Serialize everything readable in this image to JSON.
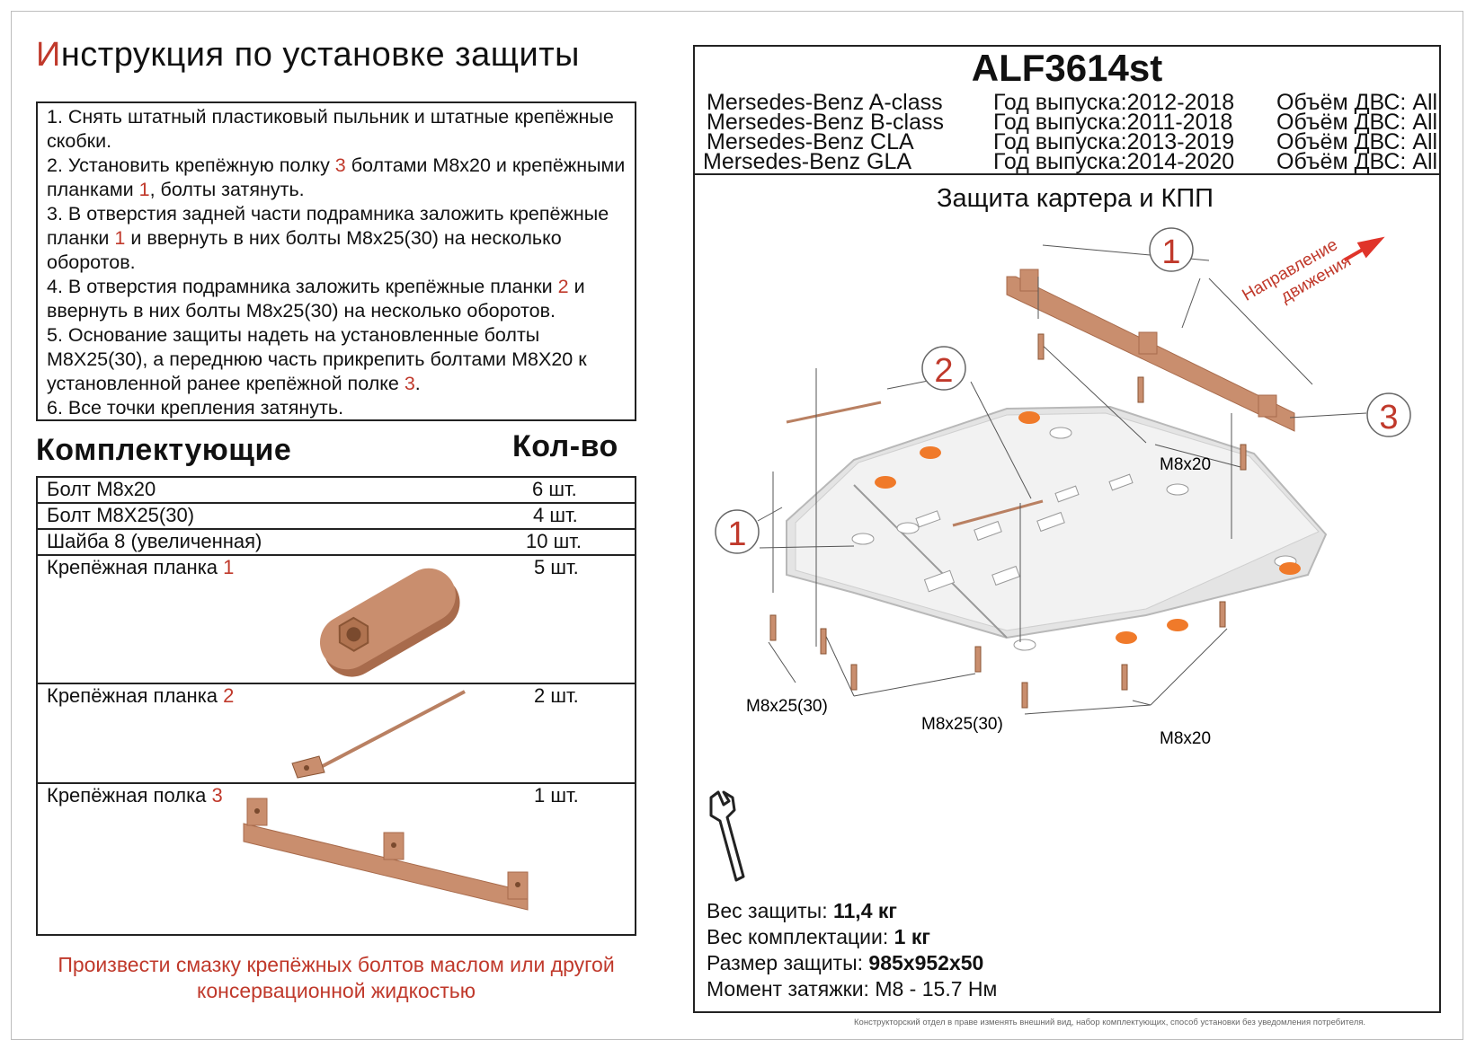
{
  "title": {
    "first_letter": "И",
    "rest": "нструкция по установке защиты"
  },
  "instructions": {
    "step1": {
      "text": "1.   Снять штатный пластиковый пыльник и штатные крепёжные скобки."
    },
    "step2": {
      "a": "2.   Установить крепёжную полку ",
      "n1": "3",
      "b": " болтами М8х20 и крепёжными планками ",
      "n2": "1",
      "c": ", болты затянуть."
    },
    "step3": {
      "a": "3.   В отверстия задней части подрамника заложить крепёжные планки ",
      "n1": "1",
      "b": " и ввернуть в них болты М8х25(30) на несколько оборотов."
    },
    "step4": {
      "a": "4.   В отверстия подрамника заложить крепёжные планки ",
      "n1": "2",
      "b": " и ввернуть в них болты М8х25(30) на несколько оборотов."
    },
    "step5": {
      "a": "5.   Основание защиты надеть на установленные  болты М8Х25(30), а переднюю часть прикрепить болтами М8Х20 к установленной ранее крепёжной полке ",
      "n1": "3",
      "b": "."
    },
    "step6": {
      "text": "6.   Все точки крепления затянуть."
    }
  },
  "parts_heading": "Комплектующие",
  "qty_heading": "Кол-во",
  "parts": [
    {
      "name": "Болт М8х20",
      "qty": "6 шт."
    },
    {
      "name": "Болт М8Х25(30)",
      "qty": "4 шт."
    },
    {
      "name": "Шайба 8 (увеличенная)",
      "qty": "10 шт."
    },
    {
      "name": "Крепёжная планка ",
      "num": "1",
      "qty": "5 шт."
    },
    {
      "name": "Крепёжная планка ",
      "num": "2",
      "qty": "2 шт."
    },
    {
      "name": "Крепёжная полка ",
      "num": "3",
      "qty": "1 шт."
    }
  ],
  "warning": {
    "line1": "Произвести смазку крепёжных болтов маслом или другой",
    "line2": "консервационной жидкостью"
  },
  "product": {
    "code": "ALF3614st",
    "models": [
      {
        "model": "Mersedes-Benz A-class",
        "year": "Год выпуска:2012-2018",
        "engine": "Объём ДВС: All"
      },
      {
        "model": "Mersedes-Benz B-class",
        "year": "Год выпуска:2011-2018",
        "engine": "Объём ДВС: All"
      },
      {
        "model": "Mersedes-Benz CLA",
        "year": "Год выпуска:2013-2019",
        "engine": "Объём ДВС: All"
      },
      {
        "model": "Mersedes-Benz GLA",
        "year": "Год выпуска:2014-2020",
        "engine": "Объём ДВС: All"
      }
    ],
    "subtitle": "Защита картера и КПП"
  },
  "diagram": {
    "direction_line1": "Направление",
    "direction_line2": "движения",
    "callouts": [
      "1",
      "2",
      "1",
      "3"
    ],
    "labels": {
      "m8x20_top": "М8х20",
      "m8x25_left": "M8x25(30)",
      "m8x25_mid": "M8x25(30)",
      "m8x20_bottom": "М8х20"
    },
    "icon": "wrench-icon"
  },
  "specs": {
    "weight_label": "Вес защиты: ",
    "weight_value": "11,4 кг",
    "kit_label": "Вес комплектации: ",
    "kit_value": "1 кг",
    "size_label": "Размер защиты: ",
    "size_value": "985х952х50",
    "torque_label": "Момент затяжки:  ",
    "torque_value": "М8 - 15.7 Нм"
  },
  "disclaimer": "Конструкторский отдел в праве изменять внешний вид, набор комплектующих, способ установки без уведомления потребителя.",
  "colors": {
    "accent_red": "#c0392b",
    "part_copper": "#c98e6e",
    "mount_orange": "#f07a2a",
    "plate_gray": "#e4e4e4"
  }
}
